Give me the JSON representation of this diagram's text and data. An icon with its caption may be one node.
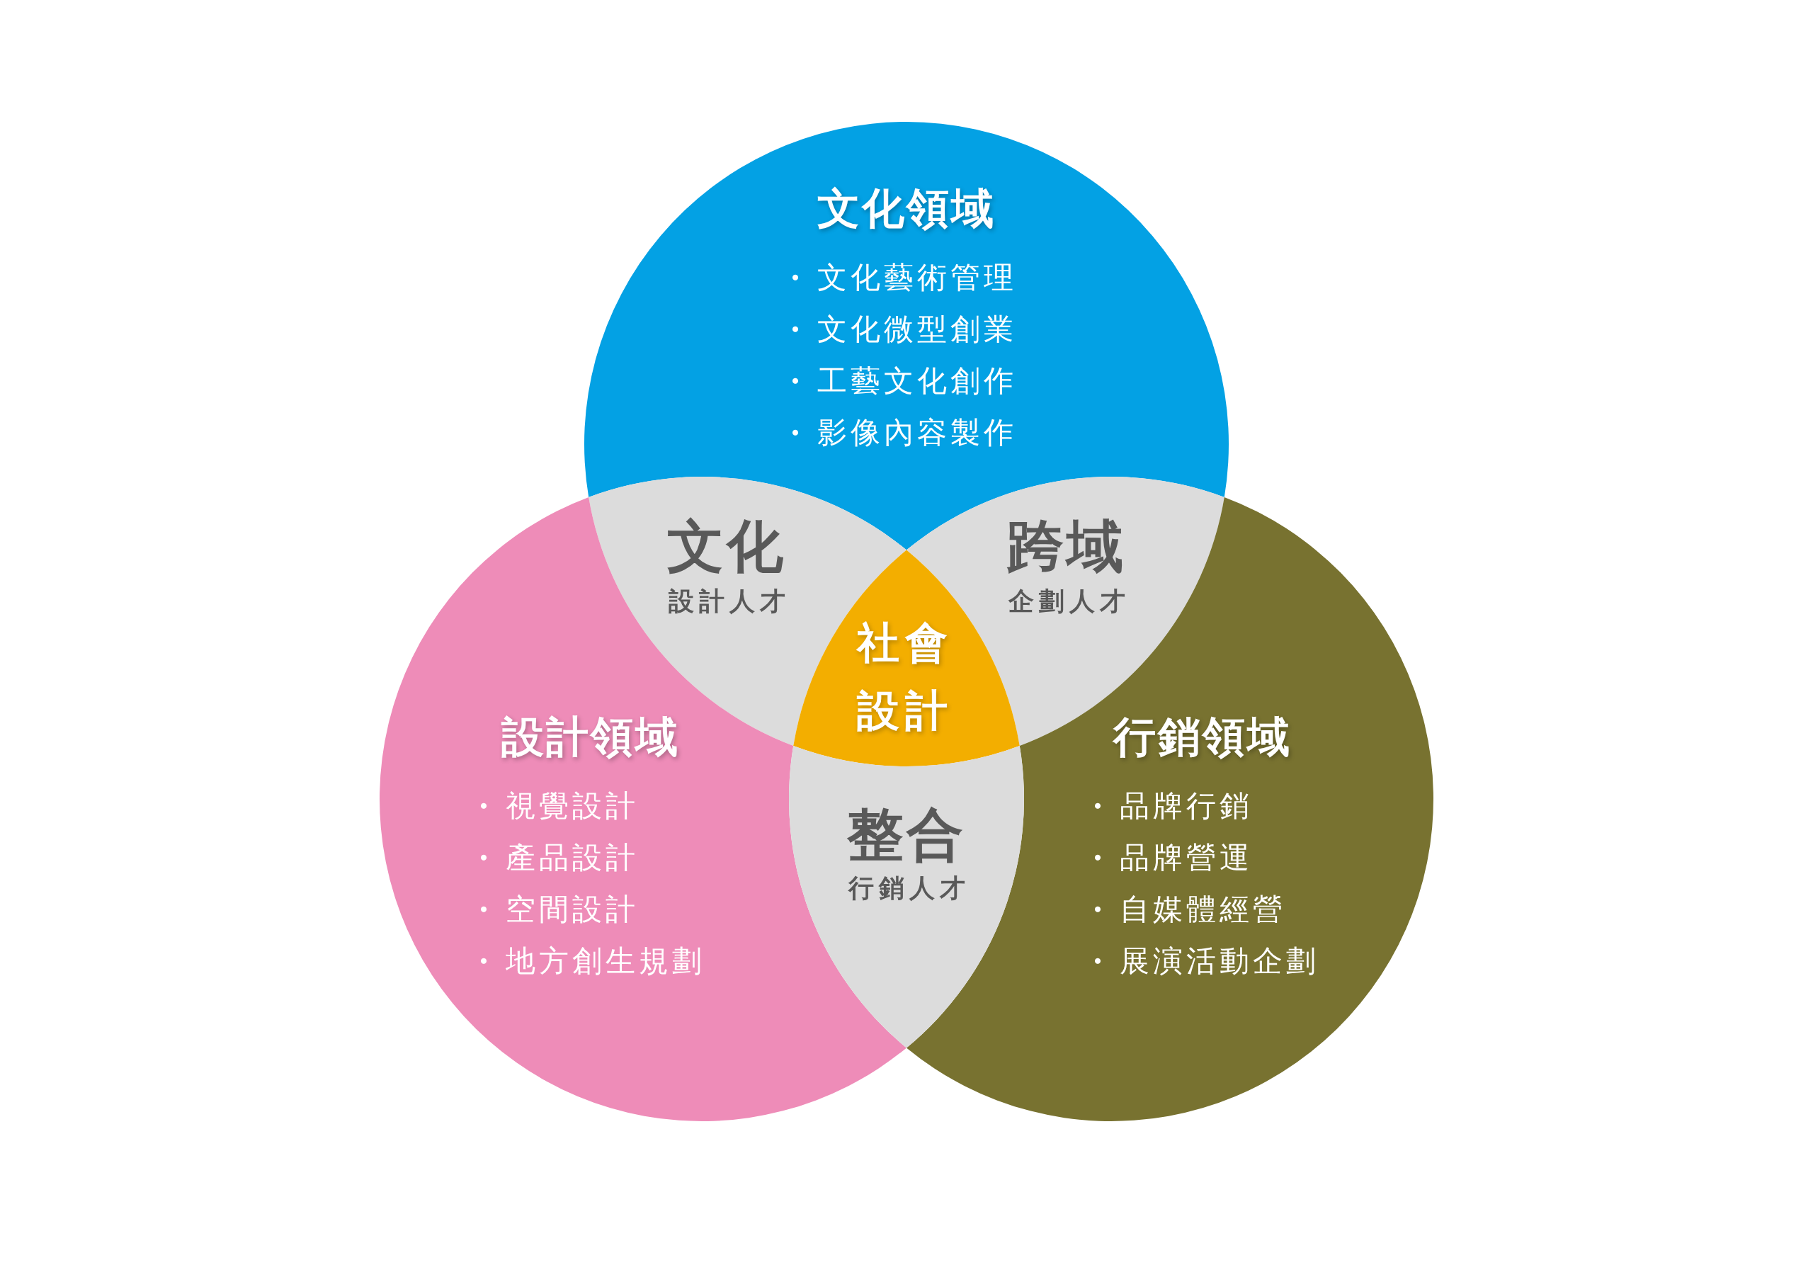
{
  "diagram": {
    "nodes": [
      {
        "text": [
          "文化領域",
          "文化藝術管理",
          "文化微型創業",
          "工藝文化創作",
          "影像內容製作"
        ]
      },
      {
        "text": [
          "文化",
          "設計人才"
        ]
      },
      {
        "text": [
          "跨域",
          "企劃人才"
        ]
      },
      {
        "text": [
          "社會設計"
        ]
      },
      {
        "text": [
          "設計領域",
          "視覺設計",
          "產品設計",
          "空間設計",
          "地方創生規劃"
        ]
      },
      {
        "text": [
          "行銷領域",
          "品牌行銷",
          "品牌營運",
          "自媒體經營",
          "展演活動企劃"
        ]
      },
      {
        "text": [
          "整合",
          "行銷人才"
        ]
      }
    ]
  }
}
